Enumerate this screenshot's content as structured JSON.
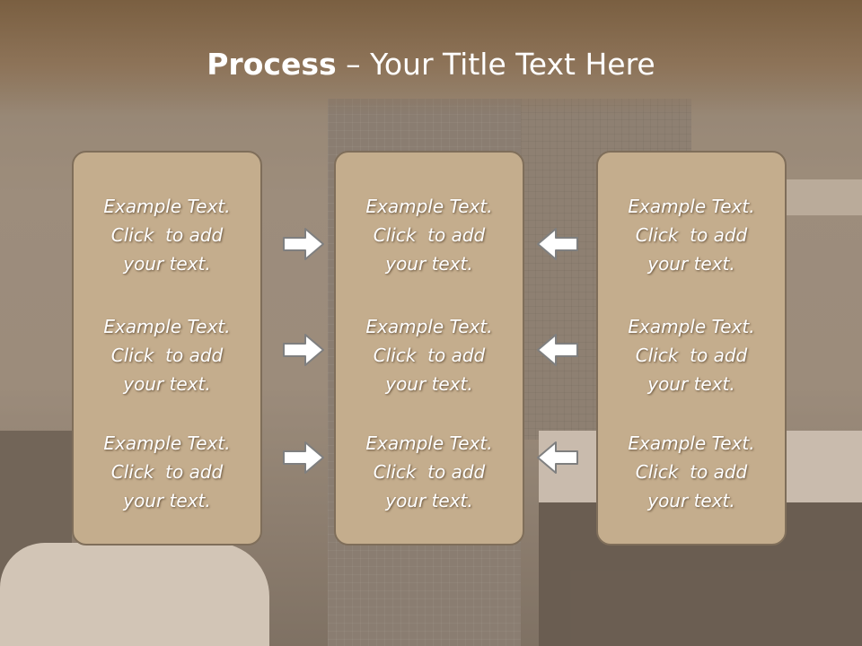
{
  "title": {
    "bold": "Process",
    "rest": " – Your Title Text Here"
  },
  "boxes": [
    {
      "items": [
        {
          "line1": "Example Text.",
          "line2": "Click  to add",
          "line3": "your text."
        },
        {
          "line1": "Example Text.",
          "line2": "Click  to add",
          "line3": "your text."
        },
        {
          "line1": "Example Text.",
          "line2": "Click  to add",
          "line3": "your text."
        }
      ]
    },
    {
      "items": [
        {
          "line1": "Example Text.",
          "line2": "Click  to add",
          "line3": "your text."
        },
        {
          "line1": "Example Text.",
          "line2": "Click  to add",
          "line3": "your text."
        },
        {
          "line1": "Example Text.",
          "line2": "Click  to add",
          "line3": "your text."
        }
      ]
    },
    {
      "items": [
        {
          "line1": "Example Text.",
          "line2": "Click  to add",
          "line3": "your text."
        },
        {
          "line1": "Example Text.",
          "line2": "Click  to add",
          "line3": "your text."
        },
        {
          "line1": "Example Text.",
          "line2": "Click  to add",
          "line3": "your text."
        }
      ]
    }
  ],
  "arrows": {
    "left_column": "arrow-right-icon",
    "right_column": "arrow-left-icon"
  },
  "colors": {
    "box_fill": "#c4ad8d",
    "box_border": "#7f6e5a",
    "title_band": "#7a5f41",
    "arrow_fill": "#ffffff",
    "arrow_stroke": "#7f7f7f"
  }
}
